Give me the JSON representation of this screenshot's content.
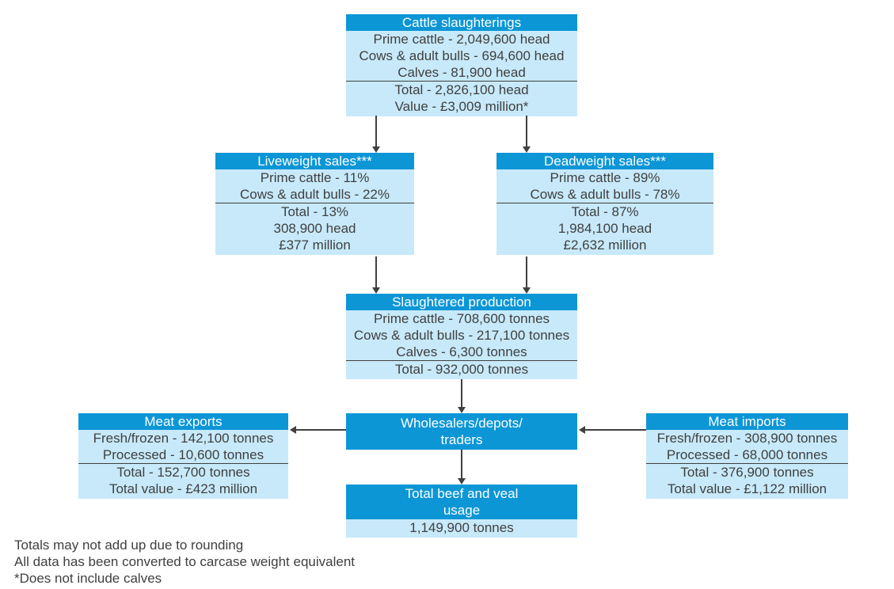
{
  "colors": {
    "accent": "#0C96D6",
    "panel": "#C7E9FA",
    "ink": "#404040"
  },
  "boxes": {
    "cattle": {
      "title": "Cattle slaughterings",
      "rows": [
        "Prime cattle - 2,049,600 head",
        "Cows & adult bulls - 694,600 head",
        "Calves - 81,900 head"
      ],
      "totals": [
        "Total - 2,826,100 head",
        "Value - £3,009 million*"
      ]
    },
    "liveweight": {
      "title": "Liveweight sales***",
      "rows": [
        "Prime cattle - 11%",
        "Cows & adult bulls - 22%"
      ],
      "totals": [
        "Total - 13%",
        "308,900 head",
        "£377 million"
      ]
    },
    "deadweight": {
      "title": "Deadweight sales***",
      "rows": [
        "Prime cattle - 89%",
        "Cows & adult bulls - 78%"
      ],
      "totals": [
        "Total - 87%",
        "1,984,100 head",
        "£2,632 million"
      ]
    },
    "slaughtered": {
      "title": "Slaughtered production",
      "rows": [
        "Prime cattle - 708,600 tonnes",
        "Cows & adult bulls - 217,100 tonnes",
        "Calves - 6,300 tonnes"
      ],
      "totals": [
        "Total - 932,000 tonnes"
      ]
    },
    "exports": {
      "title": "Meat exports",
      "rows": [
        "Fresh/frozen - 142,100 tonnes",
        "Processed - 10,600 tonnes"
      ],
      "totals": [
        "Total - 152,700 tonnes",
        "Total value - £423 million"
      ]
    },
    "wholesalers": {
      "title_lines": [
        "Wholesalers/depots/",
        "traders"
      ]
    },
    "imports": {
      "title": "Meat imports",
      "rows": [
        "Fresh/frozen - 308,900 tonnes",
        "Processed - 68,000 tonnes"
      ],
      "totals": [
        "Total - 376,900 tonnes",
        "Total value - £1,122 million"
      ]
    },
    "usage": {
      "title_lines": [
        "Total beef and veal",
        "usage"
      ],
      "value": "1,149,900 tonnes"
    }
  },
  "notes": [
    "Totals may not add up due to rounding",
    "All data has been converted to carcase weight equivalent",
    "*Does not include calves"
  ]
}
